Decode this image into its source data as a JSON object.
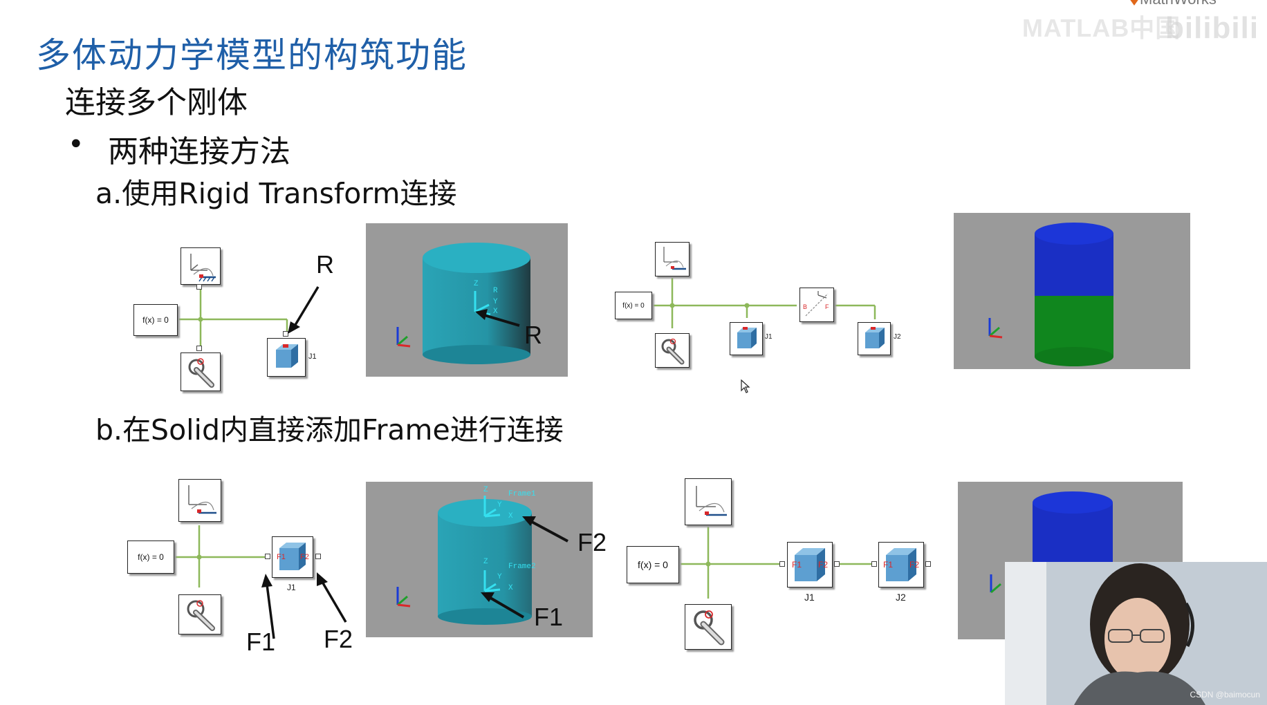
{
  "slide": {
    "title": "多体动力学模型的构筑功能",
    "subtitle": "连接多个刚体",
    "bullet": "两种连接方法",
    "method_a": "a.使用Rigid Transform连接",
    "method_b": "b.在Solid内直接添加Frame进行连接"
  },
  "branding": {
    "mathworks": "MathWorks",
    "overlay_left": "MATLAB中国",
    "overlay_right": "bilibili"
  },
  "diagrams": {
    "fx_label": "f(x) = 0",
    "j1": "J1",
    "j2": "J2",
    "r_label": "R",
    "f1_label": "F1",
    "f2_label": "F2",
    "frame_r": "R",
    "frame1": "Frame1",
    "frame2": "Frame2",
    "port_f1": "F1",
    "port_f2": "F2",
    "port_b": "B",
    "port_f": "F",
    "axis_x": "X",
    "axis_y": "Y",
    "axis_z": "Z"
  },
  "webcam": {
    "watermark": "CSDN @baimocun"
  },
  "colors": {
    "title": "#1f5fa8",
    "line": "#8db85a",
    "cylinder_teal": "#2aa4b6",
    "cylinder_blue": "#1930c8",
    "cylinder_green": "#13891f",
    "viewport_bg": "#9a9a9a",
    "port_red": "#d9282a"
  },
  "icons": [
    "world-frame-icon",
    "solver-config-icon",
    "solid-cube-icon",
    "rigid-transform-icon",
    "mouse-cursor-icon",
    "arrow-pointer-icon"
  ]
}
